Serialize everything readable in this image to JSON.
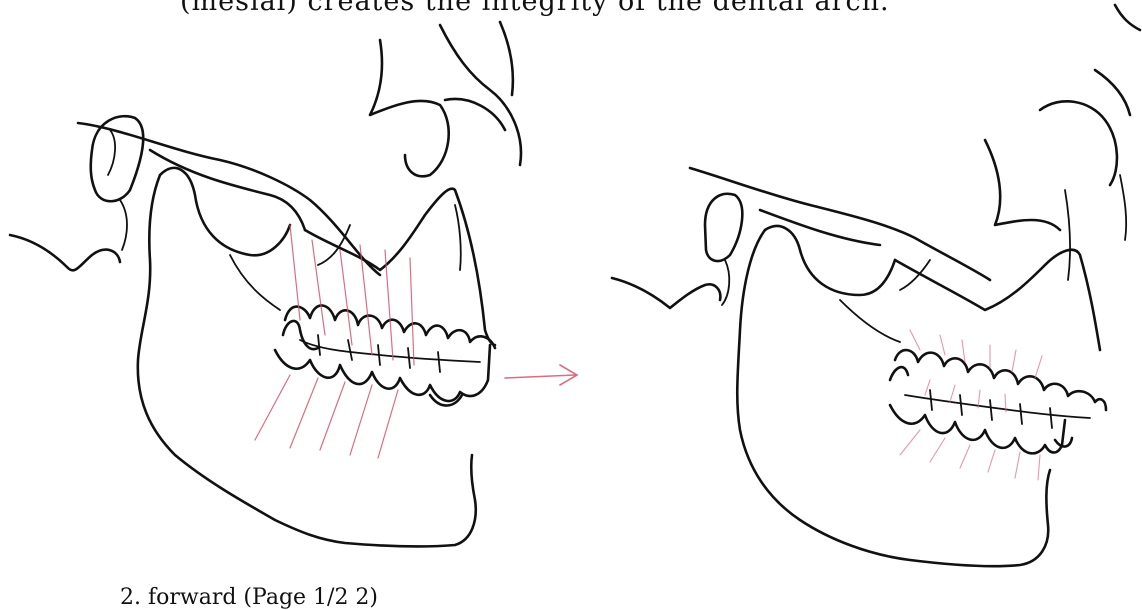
{
  "caption_top": "(mesial) creates the integrity of the dental arch.",
  "caption_bottom": "2. forward (Page 1/2 2)",
  "colors": {
    "ink": "#111111",
    "annotation": "#d6546b"
  },
  "figures": [
    {
      "name": "skull-left"
    },
    {
      "name": "skull-right"
    }
  ]
}
